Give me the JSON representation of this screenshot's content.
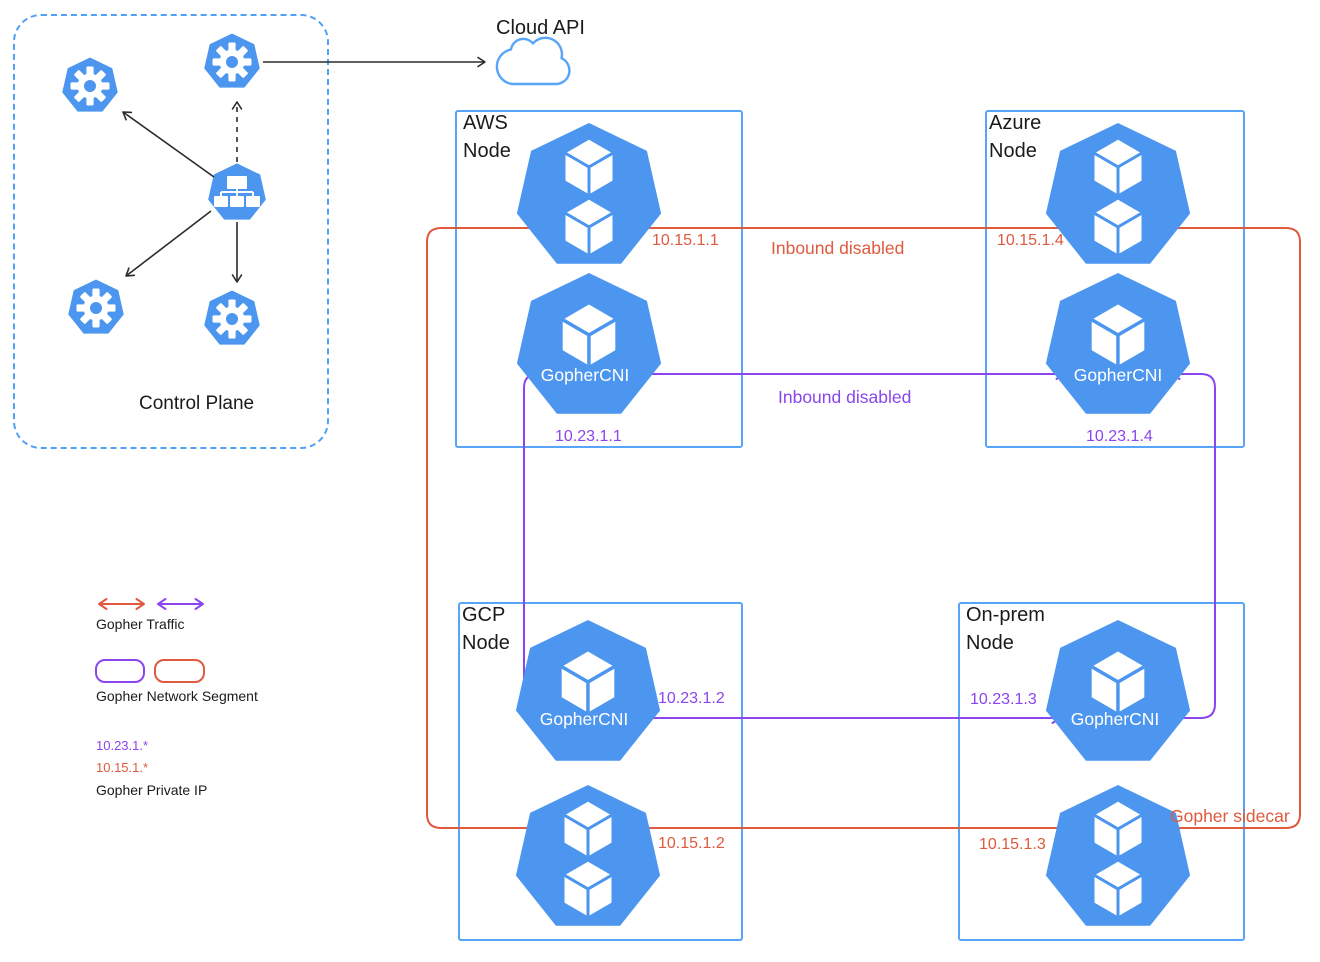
{
  "colors": {
    "icon_blue": "#4C96EF",
    "box_border_blue": "#58A4F8",
    "orange_traffic": "#DF5A3E",
    "purple_traffic": "#8B45EF",
    "text_dark": "#1b1b1b"
  },
  "control_plane": {
    "label": "Control Plane"
  },
  "cloud": {
    "label": "Cloud API"
  },
  "nodes": [
    {
      "name": "AWS",
      "type": "Node",
      "pod_ip": "10.15.1.1",
      "cni_label": "GopherCNI",
      "cni_ip": "10.23.1.1"
    },
    {
      "name": "Azure",
      "type": "Node",
      "pod_ip": "10.15.1.4",
      "cni_label": "GopherCNI",
      "cni_ip": "10.23.1.4"
    },
    {
      "name": "GCP",
      "type": "Node",
      "pod_ip": "10.15.1.2",
      "cni_label": "GopherCNI",
      "cni_ip": "10.23.1.2"
    },
    {
      "name": "On-prem",
      "type": "Node",
      "pod_ip": "10.15.1.3",
      "cni_label": "GopherCNI",
      "cni_ip": "10.23.1.3"
    }
  ],
  "annotations": {
    "inbound_disabled_orange": "Inbound disabled",
    "inbound_disabled_purple": "Inbound disabled",
    "gopher_sidecar": "Gopher sidecar"
  },
  "legend": {
    "traffic_label": "Gopher Traffic",
    "segment_label": "Gopher Network Segment",
    "ip_purple": "10.23.1.*",
    "ip_orange": "10.15.1.*",
    "private_ip_label": "Gopher Private IP"
  }
}
